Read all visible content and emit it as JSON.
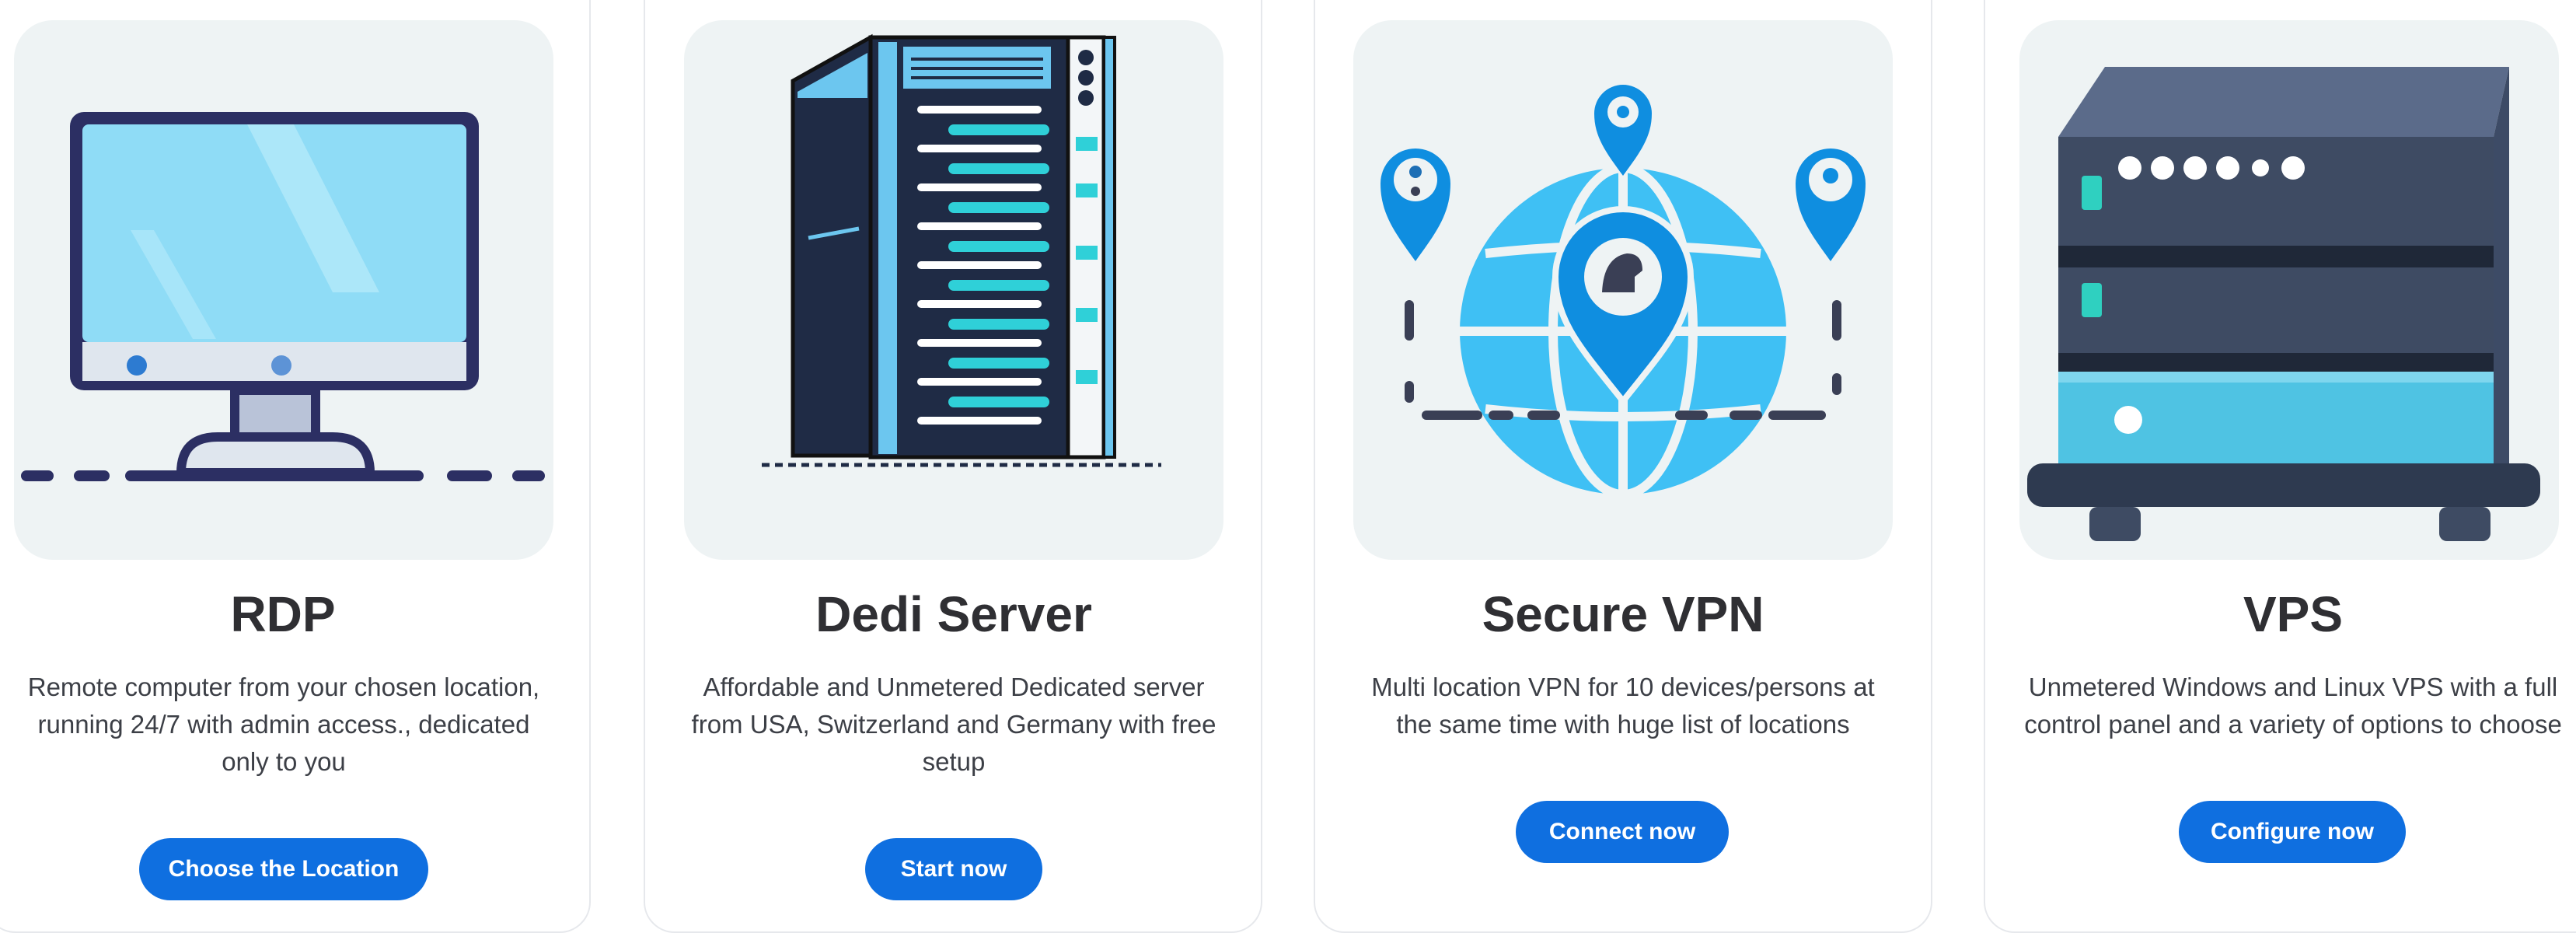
{
  "cards": [
    {
      "title": "RDP",
      "description": "Remote computer from your chosen location, running 24/7 with admin access., dedicated only to you",
      "button": "Choose the Location",
      "illustration": "desktop-monitor-icon"
    },
    {
      "title": "Dedi Server",
      "description": "Affordable and Unmetered Dedicated server from USA, Switzerland and Germany with free setup",
      "button": "Start now",
      "illustration": "server-rack-icon"
    },
    {
      "title": "Secure VPN",
      "description": "Multi location VPN for 10 devices/persons at the same time with huge list of locations",
      "button": "Connect now",
      "illustration": "globe-location-pins-icon"
    },
    {
      "title": "VPS",
      "description": "Unmetered Windows and Linux VPS with a full control panel and a variety of options to choose",
      "button": "Configure now",
      "illustration": "server-unit-icon"
    }
  ],
  "colors": {
    "accent": "#0f6fe0",
    "title": "#2f2f33",
    "text": "#3c3f46",
    "image_bg": "#eef3f4"
  }
}
